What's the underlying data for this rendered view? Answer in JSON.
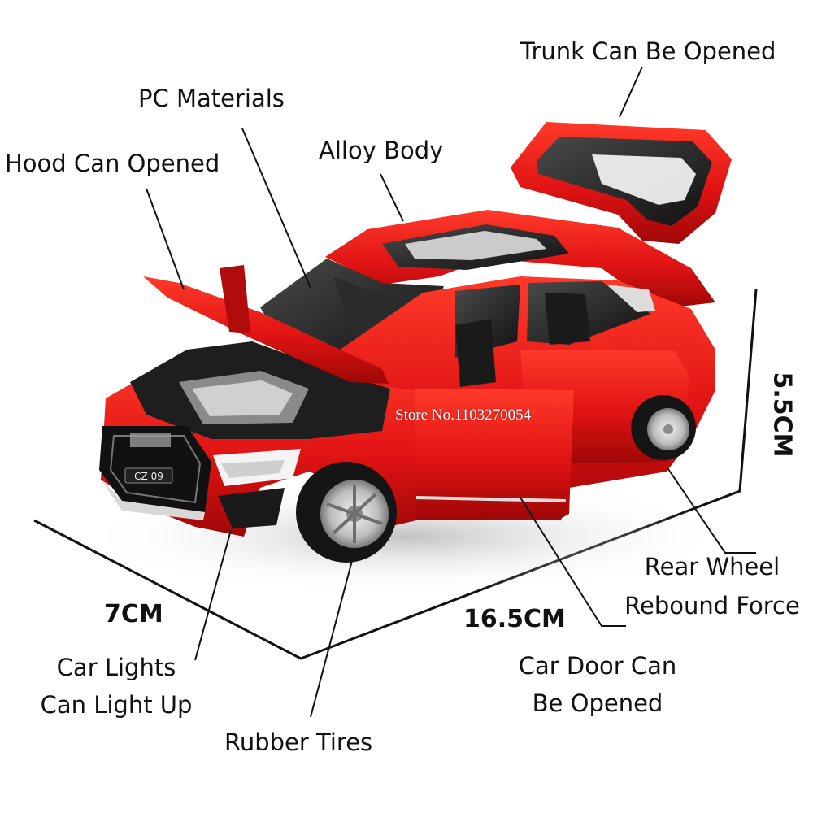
{
  "labels": {
    "trunk": "Trunk Can Be Opened",
    "pc_materials": "PC Materials",
    "hood": "Hood Can Opened",
    "alloy_body": "Alloy Body",
    "rear_wheel_1": "Rear Wheel",
    "rear_wheel_2": "Rebound Force",
    "car_lights_1": "Car Lights",
    "car_lights_2": "Can Light Up",
    "car_door_1": "Car Door Can",
    "car_door_2": "Be Opened",
    "rubber_tires": "Rubber Tires"
  },
  "dimensions": {
    "width": "7CM",
    "length": "16.5CM",
    "height": "5.5CM"
  },
  "watermark": "Store No.1103270054",
  "plate": "CZ 09",
  "colors": {
    "body_red": "#e01313",
    "body_dark_red": "#a30808",
    "interior_black": "#1a1a1a",
    "chrome": "#c8c8c8"
  }
}
